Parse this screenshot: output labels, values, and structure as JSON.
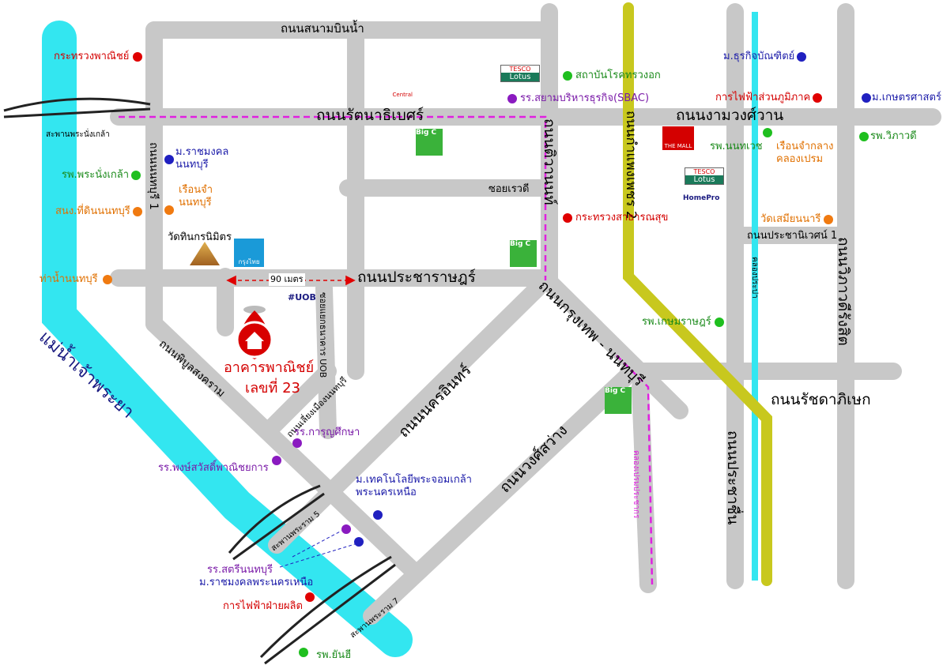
{
  "roads": {
    "sanambinnam": "ถนนสนามบินน้ำ",
    "rattanathibet": "ถนนรัตนาธิเบศร์",
    "ngamwongwan": "ถนนงามวงศ์วาน",
    "pracharat": "ถนนประชาราษฎร์",
    "soi_rewadi": "ซอยเรวดี",
    "pracha_niwet_1": "ถนนประชานิเวศน์ 1",
    "ratchadaphisek": "ถนนรัชดาภิเษก",
    "tiwanon": "ถนนติวานนท์",
    "nonthaburi_1": "ถนนนนทบุรี 1",
    "kamphaeng_phet_2": "ถนนกำแพงเพชร 2",
    "prachachuen": "ถนนประชาชื่น",
    "wiphawadi": "ถนนวิภาวดีรังสิต",
    "phibunsongkhram": "ถนนพิบูลสงคราม",
    "nakhon_in": "ถนนนครอินทร์",
    "krungthep_nonthaburi": "ถนนกรุงเทพ - นนทบุรี",
    "wongsawang": "ถนนวงศ์สว่าง",
    "liang_mueang": "ถนนเลี่ยงเมืองนนทบุรี",
    "soi_uob": "ซอยแยกธนาคาร UOB",
    "prachachuen_canal": "คลองประปา",
    "tiwanon_canal": "คลองเปรมประชากร"
  },
  "river": "แม่น้ำเจ้าพระยา",
  "bridges": [
    "สะพานพระนั่งเกล้า",
    "สะพานพระราม 5",
    "สะพานพระราม 7"
  ],
  "distance": "90 เมตร",
  "target": {
    "line1": "อาคารพาณิชย์",
    "line2": "เลขที่ 23"
  },
  "logos": {
    "uob": "UOB",
    "krungthai": "กรุงไทย",
    "big_c": "Big C",
    "tesco": "TESCO",
    "lotus": "Lotus",
    "central": "Central",
    "the_mall": "THE MALL",
    "homepro": "HomePro"
  },
  "places": [
    {
      "id": "ministry-commerce",
      "text": "กระทรวงพาณิชย์",
      "color": "red"
    },
    {
      "id": "phra-nangklao-hosp",
      "text": "รพ.พระนั่งเกล้า",
      "color": "green"
    },
    {
      "id": "land-office",
      "text": "สนง.ที่ดินนนทบุรี",
      "color": "orange"
    },
    {
      "id": "nonthaburi-pier",
      "text": "ท่าน้ำนนทบุรี",
      "color": "orange"
    },
    {
      "id": "rmut-nonthaburi",
      "text": "ม.ราชมงคล\nนนทบุรี",
      "color": "blue"
    },
    {
      "id": "nonthaburi-prison",
      "text": "เรือนจำ\nนนทบุรี",
      "color": "orange"
    },
    {
      "id": "wat-thin",
      "text": "วัดทินกรนิมิตร",
      "color": "black"
    },
    {
      "id": "chest-institute",
      "text": "สถาบันโรคทรวงอก",
      "color": "green"
    },
    {
      "id": "siam-sbac",
      "text": "รร.สยามบริหารธุรกิจ(SBAC)",
      "color": "purple"
    },
    {
      "id": "ministry-health",
      "text": "กระทรวงสาธารณสุข",
      "color": "red"
    },
    {
      "id": "dhurakij",
      "text": "ม.ธุรกิจบัณฑิตย์",
      "color": "blue"
    },
    {
      "id": "pea",
      "text": "การไฟฟ้าส่วนภูมิภาค",
      "color": "red"
    },
    {
      "id": "kasetsart",
      "text": "ม.เกษตรศาสตร์",
      "color": "blue"
    },
    {
      "id": "phyathai",
      "text": "รพ.วิภาวดี",
      "color": "green"
    },
    {
      "id": "nonthavej",
      "text": "รพ.นนทเวช",
      "color": "green"
    },
    {
      "id": "central-prison",
      "text": "เรือนจำกลาง\nคลองเปรม",
      "color": "orange"
    },
    {
      "id": "wat-samian",
      "text": "วัดเสมียนนารี",
      "color": "orange"
    },
    {
      "id": "kasemrad",
      "text": "รพ.เกษมราษฎร์",
      "color": "green"
    },
    {
      "id": "karunsuksa",
      "text": "รร.การุญศึกษา",
      "color": "purple"
    },
    {
      "id": "phongsawat",
      "text": "รร.พงษ์สวัสดิ์พาณิชยการ",
      "color": "purple"
    },
    {
      "id": "kmutnb",
      "text": "ม.เทคโนโลยีพระจอมเกล้า\nพระนครเหนือ",
      "color": "blue"
    },
    {
      "id": "satri-nonthaburi",
      "text": "รร.สตรีนนทบุรี",
      "color": "purple"
    },
    {
      "id": "rmutp",
      "text": "ม.ราชมงคลพระนครเหนือ",
      "color": "blue"
    },
    {
      "id": "egat",
      "text": "การไฟฟ้าฝ่ายผลิต",
      "color": "red"
    },
    {
      "id": "yanhee",
      "text": "รพ.ยันฮี",
      "color": "green"
    }
  ],
  "colors": {
    "road": "#c8c8c8",
    "river": "#33e6f0",
    "canal": "#33e6f0",
    "railway": "#c8c81e",
    "boundary": "#e020e0",
    "red": "#e00000",
    "green": "#1fbf1f",
    "orange": "#f07a10",
    "blue": "#2020c0",
    "purple": "#8a1ac0",
    "black": "#000"
  }
}
